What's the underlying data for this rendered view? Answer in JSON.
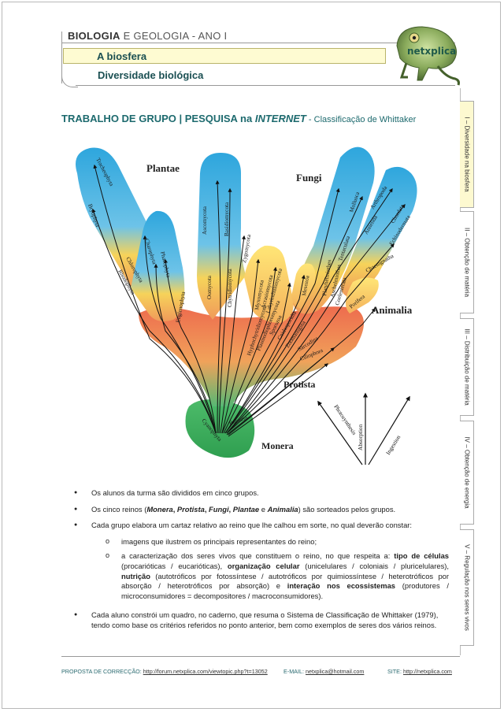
{
  "header": {
    "subject_bold": "BIOLOGIA",
    "subject_rest": " E GEOLOGIA - ANO I",
    "unit": "A biosfera",
    "topic": "Diversidade biológica",
    "logo_text": "netxplica"
  },
  "title": {
    "main": "TRABALHO DE GRUPO | PESQUISA na ",
    "italic": "INTERNET",
    "sep": " - ",
    "sub": "Classificação de Whittaker"
  },
  "tabs": [
    {
      "label": "I – Diversidade na biosfera",
      "active": true
    },
    {
      "label": "II – Obtenção de matéria",
      "active": false
    },
    {
      "label": "III – Distribuição de matéria",
      "active": false
    },
    {
      "label": "IV – Obtenção de energia",
      "active": false
    },
    {
      "label": "V – Regulação nos seres vivos",
      "active": false
    }
  ],
  "diagram": {
    "kingdoms": {
      "plantae": "Plantae",
      "fungi": "Fungi",
      "animalia": "Animalia",
      "protista": "Protista",
      "monera": "Monera"
    },
    "plantae_labels": [
      "Tracheophyta",
      "Bryophyta",
      "Charophyta",
      "Chlorophyta",
      "Rhodophyta",
      "Phaeophyta",
      "Euglenophyta"
    ],
    "fungi_labels": [
      "Ascomycota",
      "Basidiomycota",
      "Oomycota",
      "Chytridiomycota",
      "Zygomycota",
      "Myxomycota",
      "Acrasiomycota",
      "Labyrinthulomycota"
    ],
    "animalia_labels": [
      "Mollusca",
      "Arthropoda",
      "Annelida",
      "Chordata",
      "Echinodermata",
      "Tentaculata",
      "Chaetognatha",
      "Platyhelminthes",
      "Aschelminthes",
      "Coelenterata",
      "Mesozoa",
      "Porifera"
    ],
    "protista_labels": [
      "Hyphochytridiomycota",
      "Plasmodiophoromycota",
      "Sporozoa",
      "Cnidosporidia",
      "Zoomastigina",
      "Sarcodina",
      "Ciliophora"
    ],
    "monera_labels": [
      "Bacteria",
      "Cyanophyta"
    ],
    "modes": [
      "Photosynthesis",
      "Absorption",
      "Ingestion"
    ]
  },
  "bullets": {
    "b1": "Os alunos da turma são divididos em cinco grupos.",
    "b2_a": "Os cinco reinos (",
    "b2_monera": "Monera",
    "b2_c1": ", ",
    "b2_protista": "Protista",
    "b2_c2": ", ",
    "b2_fungi": "Fungi",
    "b2_c3": ", ",
    "b2_plantae": "Plantae",
    "b2_e": " e ",
    "b2_animalia": "Animalia",
    "b2_b": ") são sorteados pelos grupos.",
    "b3": "Cada grupo elabora um cartaz relativo ao reino que lhe calhou em sorte, no qual deverão constar:",
    "s1": "imagens que ilustrem os principais representantes do reino;",
    "s2_a": "a caracterização dos seres vivos que constituem o reino, no que respeita a: ",
    "s2_k1": "tipo de células",
    "s2_t1": " (procarióticas / eucarióticas), ",
    "s2_k2": "organização celular",
    "s2_t2": " (unicelulares / coloniais / pluricelulares), ",
    "s2_k3": "nutrição",
    "s2_t3": " (autotróficos por fotossíntese / autotróficos por quimiossíntese / heterotróficos por absorção / heterotróficos por absorção) e ",
    "s2_k4": "interação nos ecossistemas",
    "s2_t4": " (produtores / microconsumidores = decompositores / macroconsumidores).",
    "b4": "Cada aluno constrói um quadro, no caderno, que resuma o Sistema de Classificação de Whittaker (1979), tendo como base os critérios referidos no ponto anterior, bem como exemplos de seres dos vários reinos."
  },
  "footer": {
    "correction_label": "PROPOSTA DE CORRECÇÃO: ",
    "correction_link": "http://forum.netxplica.com/viewtopic.php?t=13052",
    "email_label": "E-MAIL: ",
    "email_link": "netxplica@hotmail.com",
    "site_label": "SITE: ",
    "site_link": "http://netxplica.com"
  }
}
